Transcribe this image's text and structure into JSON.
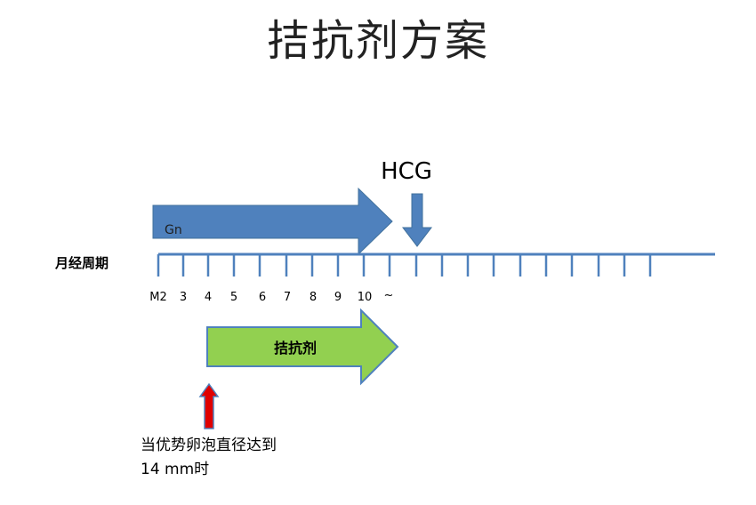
{
  "title": "拮抗剂方案",
  "hcg_label": "HCG",
  "gn_arrow_label": "Gn",
  "timeline_label": "月经周期",
  "day_labels": [
    "M2",
    "3",
    "4",
    "5",
    "6",
    "7",
    "8",
    "9",
    "10",
    "~"
  ],
  "antagonist_arrow_label": "拮抗剂",
  "note_line1": "当优势卵泡直径达到",
  "note_line2": "14 mm时",
  "colors": {
    "gn_arrow": "#4f81bd",
    "hcg_arrow": "#4f81bd",
    "timeline": "#4f81bd",
    "antagonist_arrow": "#92d050",
    "antagonist_outline": "#4f81bd",
    "start_arrow": "#e00000"
  }
}
